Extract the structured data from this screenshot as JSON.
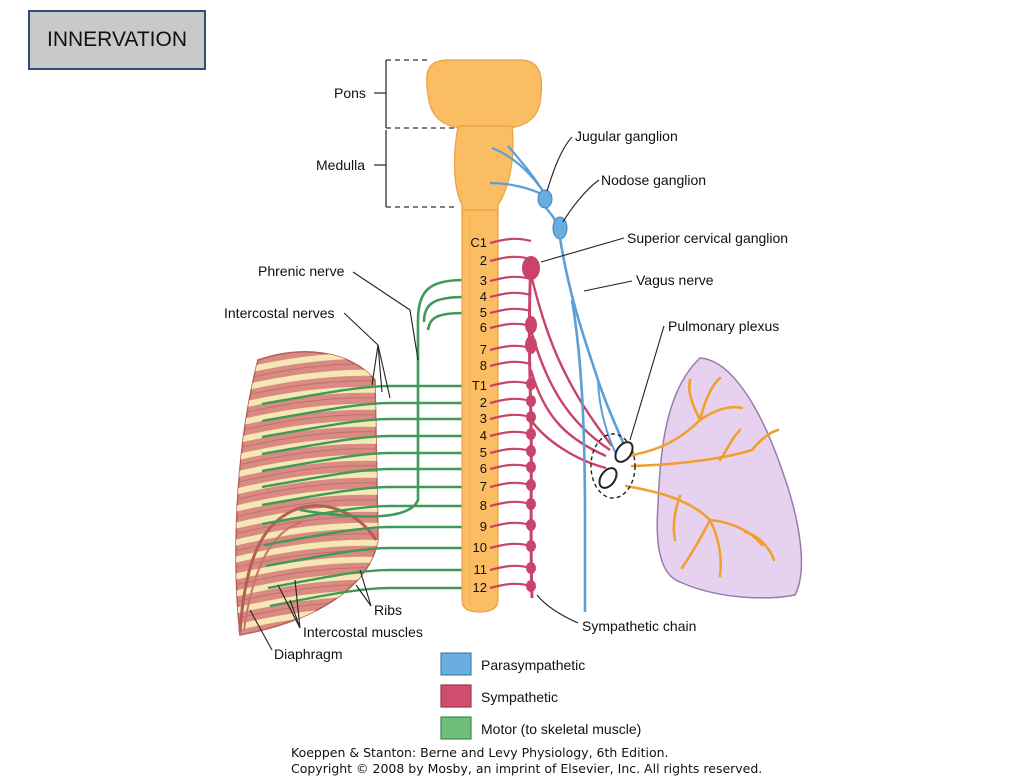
{
  "title": "INNERVATION",
  "labels": {
    "pons": "Pons",
    "medulla": "Medulla",
    "jugular": "Jugular ganglion",
    "nodose": "Nodose ganglion",
    "superior_cervical": "Superior cervical ganglion",
    "vagus": "Vagus nerve",
    "phrenic": "Phrenic nerve",
    "intercostal_nerves": "Intercostal nerves",
    "pulmonary_plexus": "Pulmonary plexus",
    "ribs": "Ribs",
    "intercostal_muscles": "Intercostal muscles",
    "diaphragm": "Diaphragm",
    "sympathetic_chain": "Sympathetic chain"
  },
  "levels": {
    "cervical": [
      "C1",
      "2",
      "3",
      "4",
      "5",
      "6",
      "7",
      "8"
    ],
    "thoracic": [
      "T1",
      "2",
      "3",
      "4",
      "5",
      "6",
      "7",
      "8",
      "9",
      "10",
      "11",
      "12"
    ]
  },
  "legend": [
    {
      "label": "Parasympathetic",
      "color": "#6aaee0"
    },
    {
      "label": "Sympathetic",
      "color": "#cf4d6f"
    },
    {
      "label": "Motor (to skeletal muscle)",
      "color": "#6fbf7a"
    }
  ],
  "colors": {
    "cord": "#fbbd62",
    "parasympathetic": "#5b9fd6",
    "sympathetic": "#c9436a",
    "motor": "#3e9a58",
    "lung": "#e6d2ee",
    "muscle": "#d98a82"
  },
  "citation": {
    "line1": "Koeppen & Stanton: Berne and Levy Physiology, 6th Edition.",
    "line2": "Copyright © 2008 by Mosby, an imprint of Elsevier, Inc. All rights reserved."
  }
}
